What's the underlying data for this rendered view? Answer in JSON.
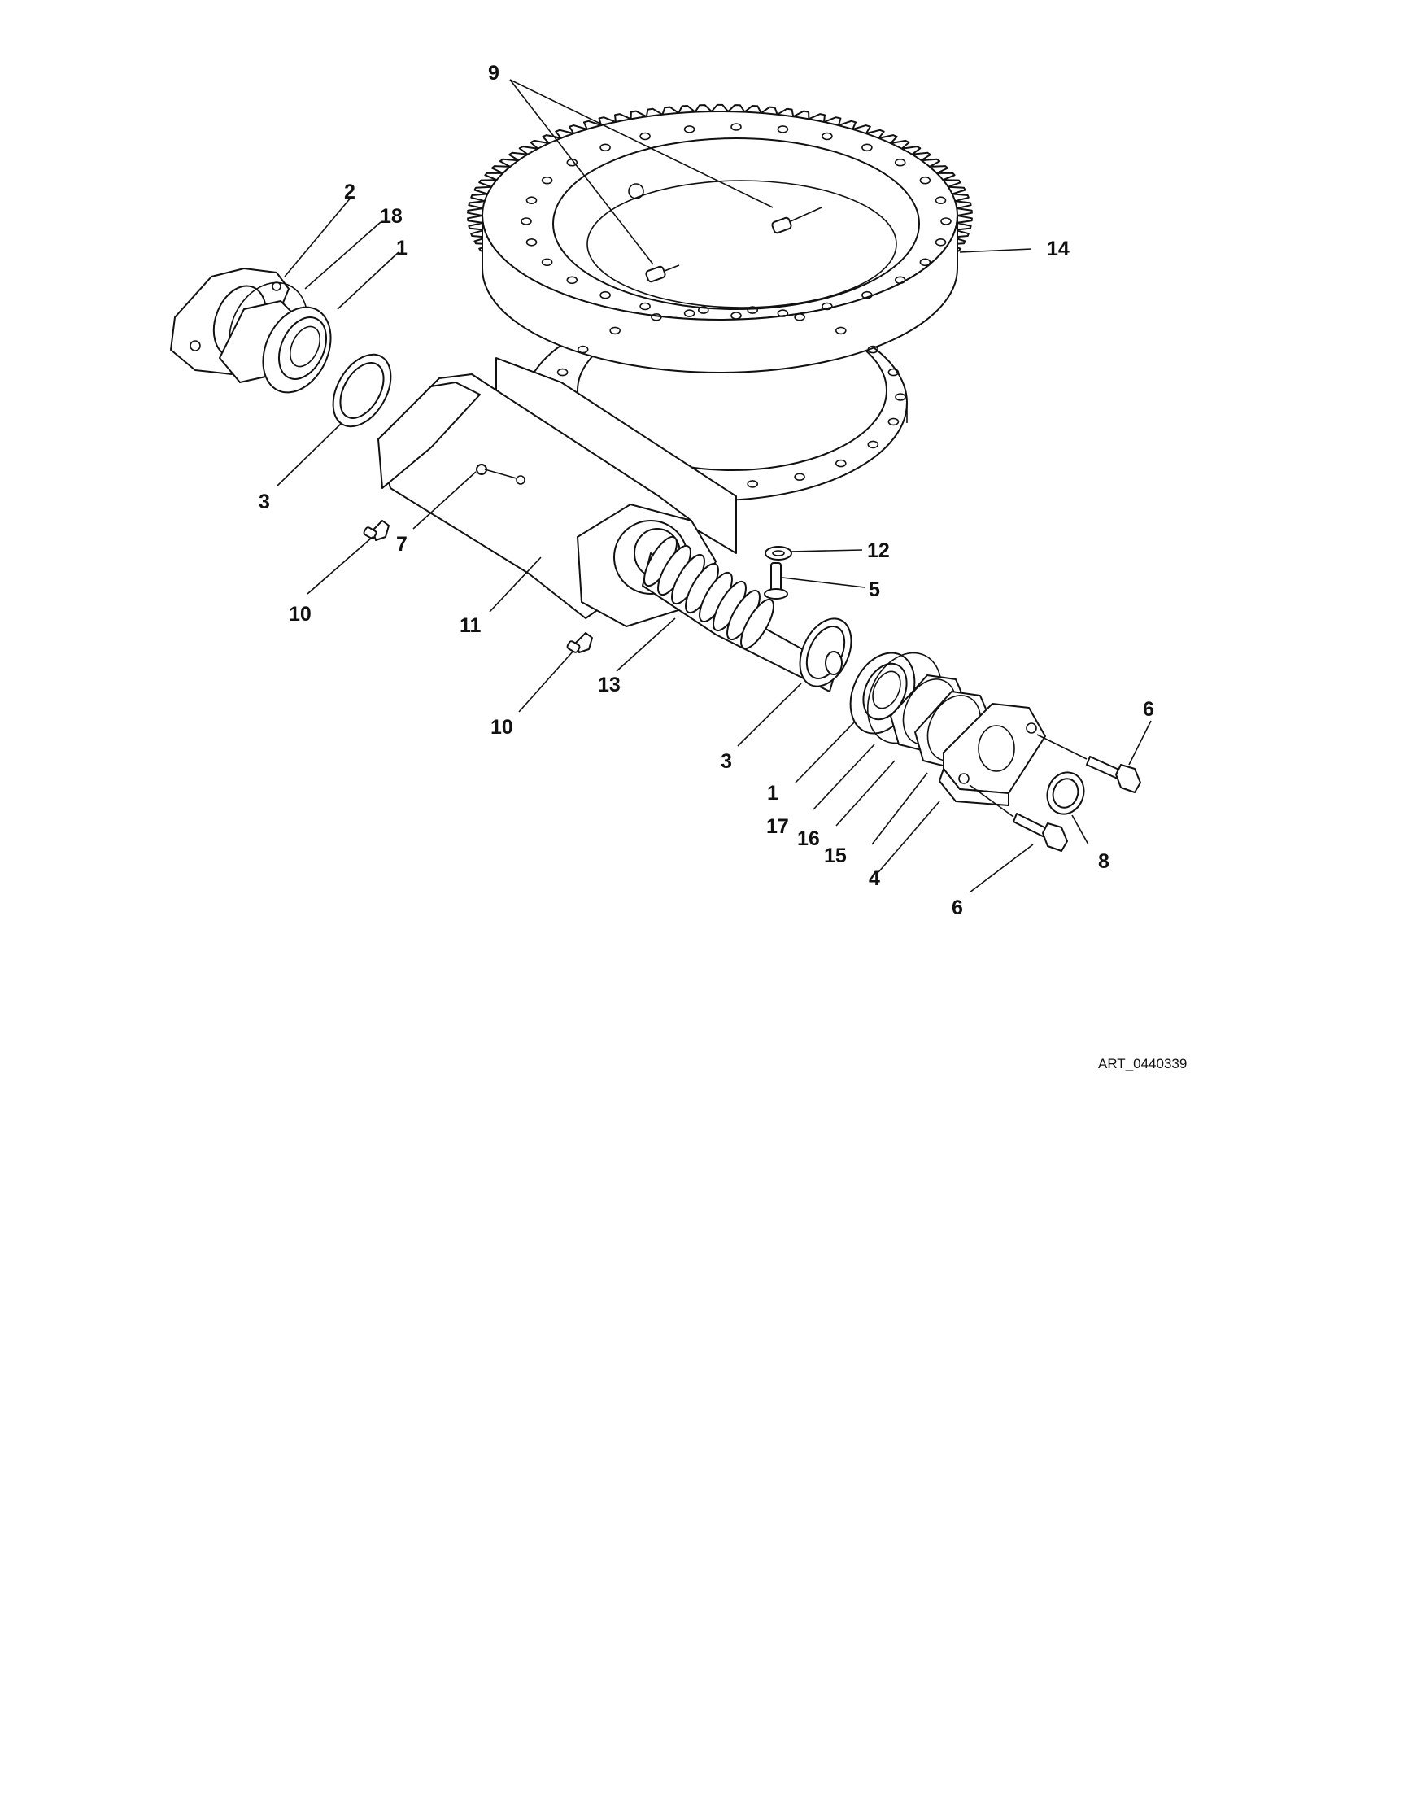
{
  "diagram": {
    "art_id": "ART_0440339",
    "callouts": [
      {
        "id": "c9",
        "label": "9"
      },
      {
        "id": "c2",
        "label": "2"
      },
      {
        "id": "c18",
        "label": "18"
      },
      {
        "id": "c1a",
        "label": "1"
      },
      {
        "id": "c14",
        "label": "14"
      },
      {
        "id": "c3a",
        "label": "3"
      },
      {
        "id": "c7",
        "label": "7"
      },
      {
        "id": "c10a",
        "label": "10"
      },
      {
        "id": "c11",
        "label": "11"
      },
      {
        "id": "c12",
        "label": "12"
      },
      {
        "id": "c5",
        "label": "5"
      },
      {
        "id": "c13",
        "label": "13"
      },
      {
        "id": "c10b",
        "label": "10"
      },
      {
        "id": "c6a",
        "label": "6"
      },
      {
        "id": "c3b",
        "label": "3"
      },
      {
        "id": "c1b",
        "label": "1"
      },
      {
        "id": "c17",
        "label": "17"
      },
      {
        "id": "c16",
        "label": "16"
      },
      {
        "id": "c15",
        "label": "15"
      },
      {
        "id": "c8",
        "label": "8"
      },
      {
        "id": "c4",
        "label": "4"
      },
      {
        "id": "c6b",
        "label": "6"
      }
    ]
  }
}
